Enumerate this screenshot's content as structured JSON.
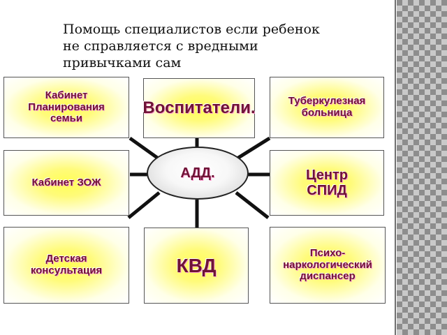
{
  "slide": {
    "heading": "Помощь специалистов если ребенок\nне справляется с вредными\nпривычками сам"
  },
  "diagram": {
    "hub": "АДД.",
    "boxes": {
      "top_left": "Кабинет\nПланирования\nсемьи",
      "top_center": "Воспитатели.",
      "top_right": "Туберкулезная\nбольница",
      "middle_left": "Кабинет ЗОЖ",
      "middle_right": "Центр\nСПИД",
      "bottom_left": "Детская\nконсультация",
      "bottom_center": "КВД",
      "bottom_right": "Психо-\nнаркологический\nдиспансер"
    }
  },
  "colors": {
    "box_center_fill": "#ffff55",
    "label_text": "#6e1436",
    "label_glow": "#ff9fd2",
    "connector": "#111111"
  }
}
